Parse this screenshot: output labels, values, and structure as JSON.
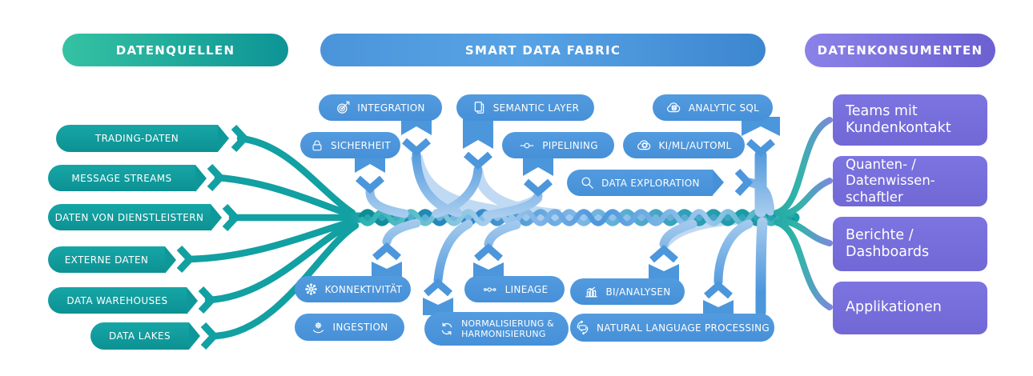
{
  "headers": {
    "sources": "DATENQUELLEN",
    "fabric": "SMART DATA FABRIC",
    "consumers": "DATENKONSUMENTEN"
  },
  "sources": {
    "items": [
      {
        "label": "TRADING-DATEN"
      },
      {
        "label": "MESSAGE STREAMS"
      },
      {
        "label": "DATEN VON DIENSTLEISTERN"
      },
      {
        "label": "EXTERNE DATEN"
      },
      {
        "label": "DATA WAREHOUSES"
      },
      {
        "label": "DATA LAKES"
      }
    ]
  },
  "fabric": {
    "top": [
      {
        "label": "INTEGRATION",
        "icon": "target-arrow-icon"
      },
      {
        "label": "SEMANTIC LAYER",
        "icon": "documents-icon"
      },
      {
        "label": "ANALYTIC SQL",
        "icon": "cloud-database-icon"
      },
      {
        "label": "SICHERHEIT",
        "icon": "lock-icon"
      },
      {
        "label": "PIPELINING",
        "icon": "pipeline-icon"
      },
      {
        "label": "KI/ML/AUTOML",
        "icon": "cloud-chip-icon"
      },
      {
        "label": "DATA EXPLORATION",
        "icon": "magnifier-icon"
      }
    ],
    "bottom": [
      {
        "label": "KONNEKTIVITÄT",
        "icon": "network-hub-icon"
      },
      {
        "label": "LINEAGE",
        "icon": "lineage-chain-icon"
      },
      {
        "label": "BI/ANALYSEN",
        "icon": "bar-chart-icon"
      },
      {
        "label": "INGESTION",
        "icon": "gear-hand-icon"
      },
      {
        "label": "NORMALISIERUNG &\nHARMONISIERUNG",
        "icon": "sync-arrows-icon"
      },
      {
        "label": "NATURAL LANGUAGE PROCESSING",
        "icon": "chat-sync-icon"
      }
    ]
  },
  "consumers": {
    "items": [
      {
        "label": "Teams mit\nKundenkontakt"
      },
      {
        "label": "Quanten- /\nDatenwissen-\nschaftler"
      },
      {
        "label": "Berichte /\nDashboards"
      },
      {
        "label": "Applikationen"
      }
    ]
  },
  "colors": {
    "teal": "#12A0A2",
    "teal_dark": "#0D9193",
    "blue": "#4C96DC",
    "blue_light": "#A9CDEE",
    "purple": "#7770DB"
  }
}
